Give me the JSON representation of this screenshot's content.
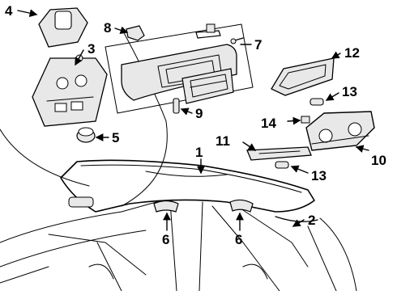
{
  "callouts": [
    "1",
    "2",
    "3",
    "4",
    "5",
    "6",
    "6",
    "7",
    "8",
    "9",
    "10",
    "11",
    "12",
    "13",
    "13",
    "14"
  ]
}
